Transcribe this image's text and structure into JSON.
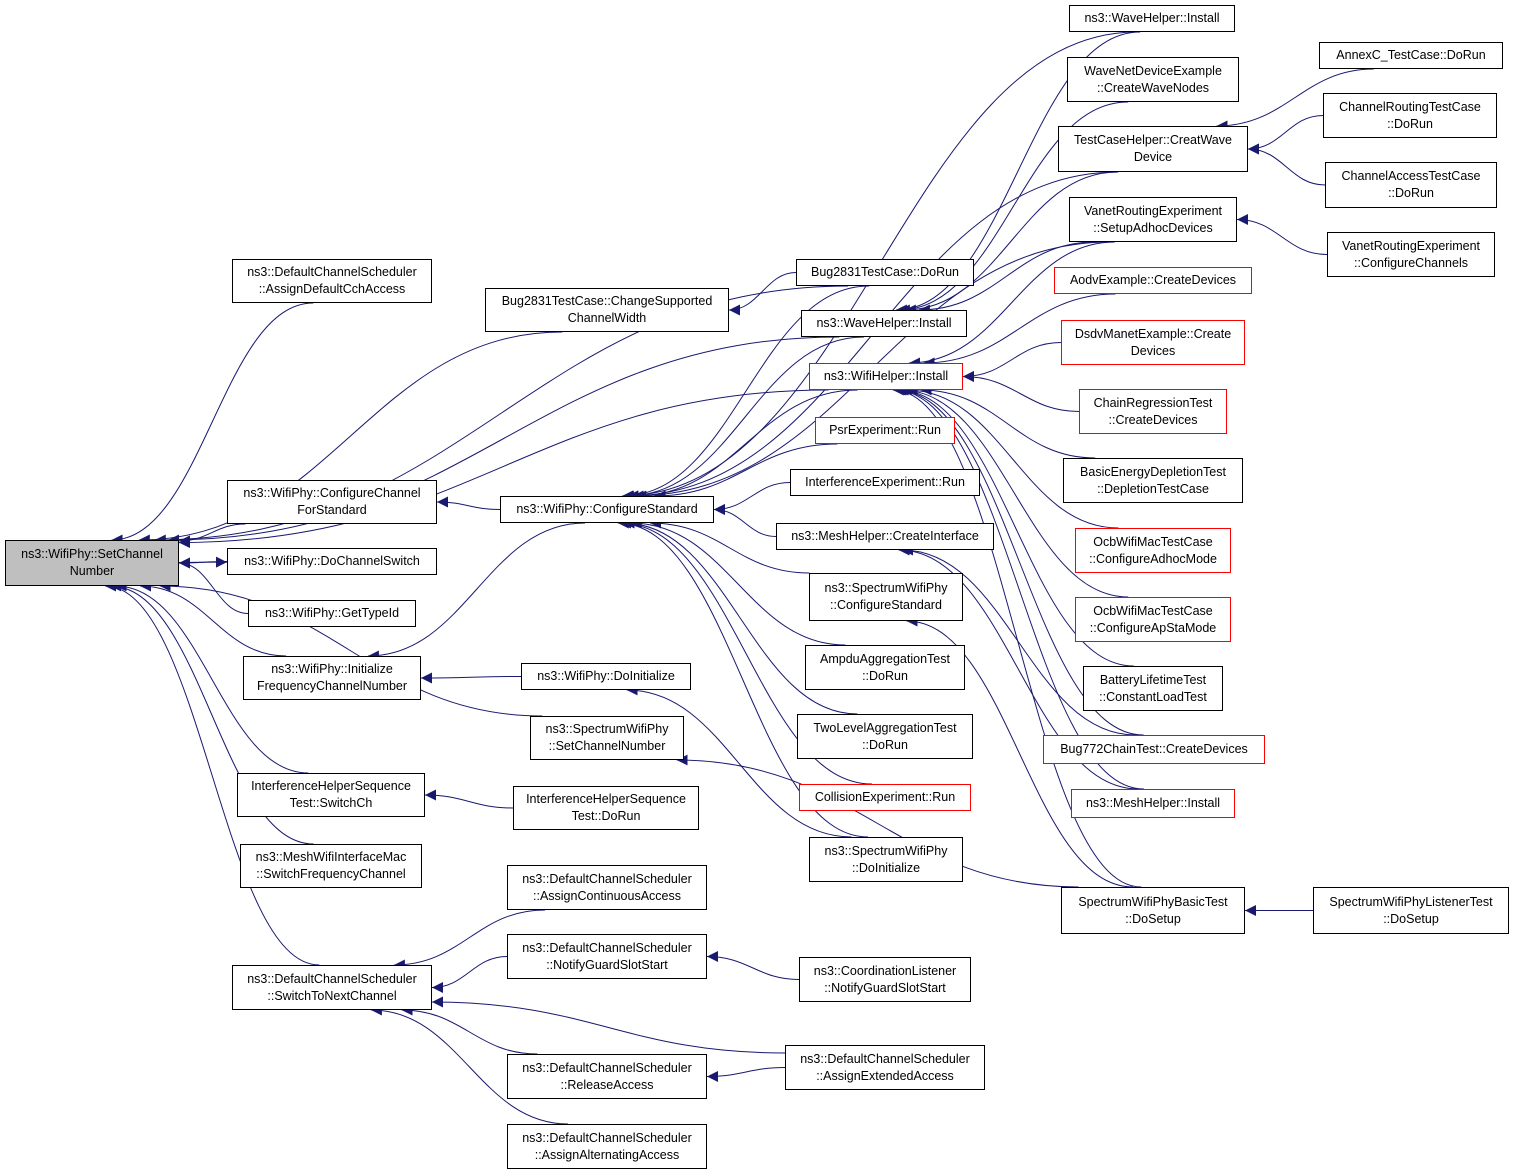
{
  "colors": {
    "edge": "#191970",
    "border": "#000000",
    "highlight_border": "#ff0000",
    "root_fill": "#bfbfbf",
    "background": "#ffffff"
  },
  "nodes": {
    "root": {
      "lines": [
        "ns3::WifiPhy::SetChannel",
        "Number"
      ]
    },
    "adcca": {
      "lines": [
        "ns3::DefaultChannelScheduler",
        "::AssignDefaultCchAccess"
      ]
    },
    "b2831c": {
      "lines": [
        "Bug2831TestCase::ChangeSupported",
        "ChannelWidth"
      ]
    },
    "b2831r": {
      "lines": [
        "Bug2831TestCase::DoRun"
      ]
    },
    "cc4s": {
      "lines": [
        "ns3::WifiPhy::ConfigureChannel",
        "ForStandard"
      ]
    },
    "dcs": {
      "lines": [
        "ns3::WifiPhy::DoChannelSwitch"
      ]
    },
    "gti": {
      "lines": [
        "ns3::WifiPhy::GetTypeId"
      ]
    },
    "ifcn": {
      "lines": [
        "ns3::WifiPhy::Initialize",
        "FrequencyChannelNumber"
      ]
    },
    "swscn": {
      "lines": [
        "ns3::SpectrumWifiPhy",
        "::SetChannelNumber"
      ]
    },
    "ihsswc": {
      "lines": [
        "InterferenceHelperSequence",
        "Test::SwitchCh"
      ]
    },
    "mwimsfc": {
      "lines": [
        "ns3::MeshWifiInterfaceMac",
        "::SwitchFrequencyChannel"
      ]
    },
    "stnc": {
      "lines": [
        "ns3::DefaultChannelScheduler",
        "::SwitchToNextChannel"
      ]
    },
    "cs": {
      "lines": [
        "ns3::WifiPhy::ConfigureStandard"
      ]
    },
    "wpdi": {
      "lines": [
        "ns3::WifiPhy::DoInitialize"
      ]
    },
    "ihsdr": {
      "lines": [
        "InterferenceHelperSequence",
        "Test::DoRun"
      ]
    },
    "aca": {
      "lines": [
        "ns3::DefaultChannelScheduler",
        "::AssignContinuousAccess"
      ]
    },
    "ngss": {
      "lines": [
        "ns3::DefaultChannelScheduler",
        "::NotifyGuardSlotStart"
      ]
    },
    "ra": {
      "lines": [
        "ns3::DefaultChannelScheduler",
        "::ReleaseAccess"
      ]
    },
    "aaa": {
      "lines": [
        "ns3::DefaultChannelScheduler",
        "::AssignAlternatingAccess"
      ]
    },
    "whi1": {
      "lines": [
        "ns3::WaveHelper::Install"
      ]
    },
    "wfhi": {
      "lines": [
        "ns3::WifiHelper::Install"
      ]
    },
    "psr": {
      "lines": [
        "PsrExperiment::Run"
      ]
    },
    "ier": {
      "lines": [
        "InterferenceExperiment::Run"
      ]
    },
    "mhci": {
      "lines": [
        "ns3::MeshHelper::CreateInterface"
      ]
    },
    "swcs": {
      "lines": [
        "ns3::SpectrumWifiPhy",
        "::ConfigureStandard"
      ]
    },
    "aatr": {
      "lines": [
        "AmpduAggregationTest",
        "::DoRun"
      ]
    },
    "tlatr": {
      "lines": [
        "TwoLevelAggregationTest",
        "::DoRun"
      ]
    },
    "cer": {
      "lines": [
        "CollisionExperiment::Run"
      ]
    },
    "swdi": {
      "lines": [
        "ns3::SpectrumWifiPhy",
        "::DoInitialize"
      ]
    },
    "clngss": {
      "lines": [
        "ns3::CoordinationListener",
        "::NotifyGuardSlotStart"
      ]
    },
    "aea": {
      "lines": [
        "ns3::DefaultChannelScheduler",
        "::AssignExtendedAccess"
      ]
    },
    "whi2": {
      "lines": [
        "ns3::WaveHelper::Install"
      ]
    },
    "wndecwn": {
      "lines": [
        "WaveNetDeviceExample",
        "::CreateWaveNodes"
      ]
    },
    "tchcwd": {
      "lines": [
        "TestCaseHelper::CreatWave",
        "Device"
      ]
    },
    "vresad": {
      "lines": [
        "VanetRoutingExperiment",
        "::SetupAdhocDevices"
      ]
    },
    "aecd": {
      "lines": [
        "AodvExample::CreateDevices"
      ]
    },
    "dmecd": {
      "lines": [
        "DsdvManetExample::Create",
        "Devices"
      ]
    },
    "crtcd": {
      "lines": [
        "ChainRegressionTest",
        "::CreateDevices"
      ]
    },
    "bedtdtc": {
      "lines": [
        "BasicEnergyDepletionTest",
        "::DepletionTestCase"
      ]
    },
    "owmcam": {
      "lines": [
        "OcbWifiMacTestCase",
        "::ConfigureAdhocMode"
      ]
    },
    "owmcas": {
      "lines": [
        "OcbWifiMacTestCase",
        "::ConfigureApStaMode"
      ]
    },
    "bltclt": {
      "lines": [
        "BatteryLifetimeTest",
        "::ConstantLoadTest"
      ]
    },
    "b772cd": {
      "lines": [
        "Bug772ChainTest::CreateDevices"
      ]
    },
    "mhi": {
      "lines": [
        "ns3::MeshHelper::Install"
      ]
    },
    "swpbtds": {
      "lines": [
        "SpectrumWifiPhyBasicTest",
        "::DoSetup"
      ]
    },
    "actdr": {
      "lines": [
        "AnnexC_TestCase::DoRun"
      ]
    },
    "crtdr": {
      "lines": [
        "ChannelRoutingTestCase",
        "::DoRun"
      ]
    },
    "catdr": {
      "lines": [
        "ChannelAccessTestCase",
        "::DoRun"
      ]
    },
    "vrecc": {
      "lines": [
        "VanetRoutingExperiment",
        "::ConfigureChannels"
      ]
    },
    "swpltds": {
      "lines": [
        "SpectrumWifiPhyListenerTest",
        "::DoSetup"
      ]
    }
  },
  "edges": [
    [
      "adcca",
      "root"
    ],
    [
      "b2831c",
      "root"
    ],
    [
      "b2831r",
      "root"
    ],
    [
      "whi1",
      "root"
    ],
    [
      "wfhi",
      "root"
    ],
    [
      "cc4s",
      "root"
    ],
    [
      "dcs",
      "root"
    ],
    [
      "root",
      "dcs"
    ],
    [
      "gti",
      "root"
    ],
    [
      "ifcn",
      "root"
    ],
    [
      "swscn",
      "root"
    ],
    [
      "ihsswc",
      "root"
    ],
    [
      "mwimsfc",
      "root"
    ],
    [
      "stnc",
      "root"
    ],
    [
      "b2831r",
      "b2831c"
    ],
    [
      "cs",
      "cc4s"
    ],
    [
      "wpdi",
      "ifcn"
    ],
    [
      "cs",
      "ifcn"
    ],
    [
      "ihsdr",
      "ihsswc"
    ],
    [
      "swpbtds",
      "swscn"
    ],
    [
      "aca",
      "stnc"
    ],
    [
      "ngss",
      "stnc"
    ],
    [
      "ra",
      "stnc"
    ],
    [
      "aaa",
      "stnc"
    ],
    [
      "aea",
      "stnc"
    ],
    [
      "b2831r",
      "cs"
    ],
    [
      "whi1",
      "cs"
    ],
    [
      "wfhi",
      "cs"
    ],
    [
      "psr",
      "cs"
    ],
    [
      "ier",
      "cs"
    ],
    [
      "mhci",
      "cs"
    ],
    [
      "swcs",
      "cs"
    ],
    [
      "aatr",
      "cs"
    ],
    [
      "tlatr",
      "cs"
    ],
    [
      "cer",
      "cs"
    ],
    [
      "swdi",
      "cs"
    ],
    [
      "tchcwd",
      "cs"
    ],
    [
      "vresad",
      "cs"
    ],
    [
      "whi2",
      "cs"
    ],
    [
      "swdi",
      "wpdi"
    ],
    [
      "clngss",
      "ngss"
    ],
    [
      "aea",
      "ra"
    ],
    [
      "whi2",
      "whi1"
    ],
    [
      "wndecwn",
      "whi1"
    ],
    [
      "tchcwd",
      "whi1"
    ],
    [
      "vresad",
      "whi1"
    ],
    [
      "vresad",
      "wfhi"
    ],
    [
      "aecd",
      "wfhi"
    ],
    [
      "dmecd",
      "wfhi"
    ],
    [
      "crtcd",
      "wfhi"
    ],
    [
      "bedtdtc",
      "wfhi"
    ],
    [
      "owmcam",
      "wfhi"
    ],
    [
      "owmcas",
      "wfhi"
    ],
    [
      "bltclt",
      "wfhi"
    ],
    [
      "b772cd",
      "wfhi"
    ],
    [
      "mhi",
      "wfhi"
    ],
    [
      "swpbtds",
      "wfhi"
    ],
    [
      "b772cd",
      "mhci"
    ],
    [
      "mhi",
      "mhci"
    ],
    [
      "swpbtds",
      "swcs"
    ],
    [
      "actdr",
      "tchcwd"
    ],
    [
      "crtdr",
      "tchcwd"
    ],
    [
      "catdr",
      "tchcwd"
    ],
    [
      "vrecc",
      "vresad"
    ],
    [
      "swpltds",
      "swpbtds"
    ]
  ]
}
